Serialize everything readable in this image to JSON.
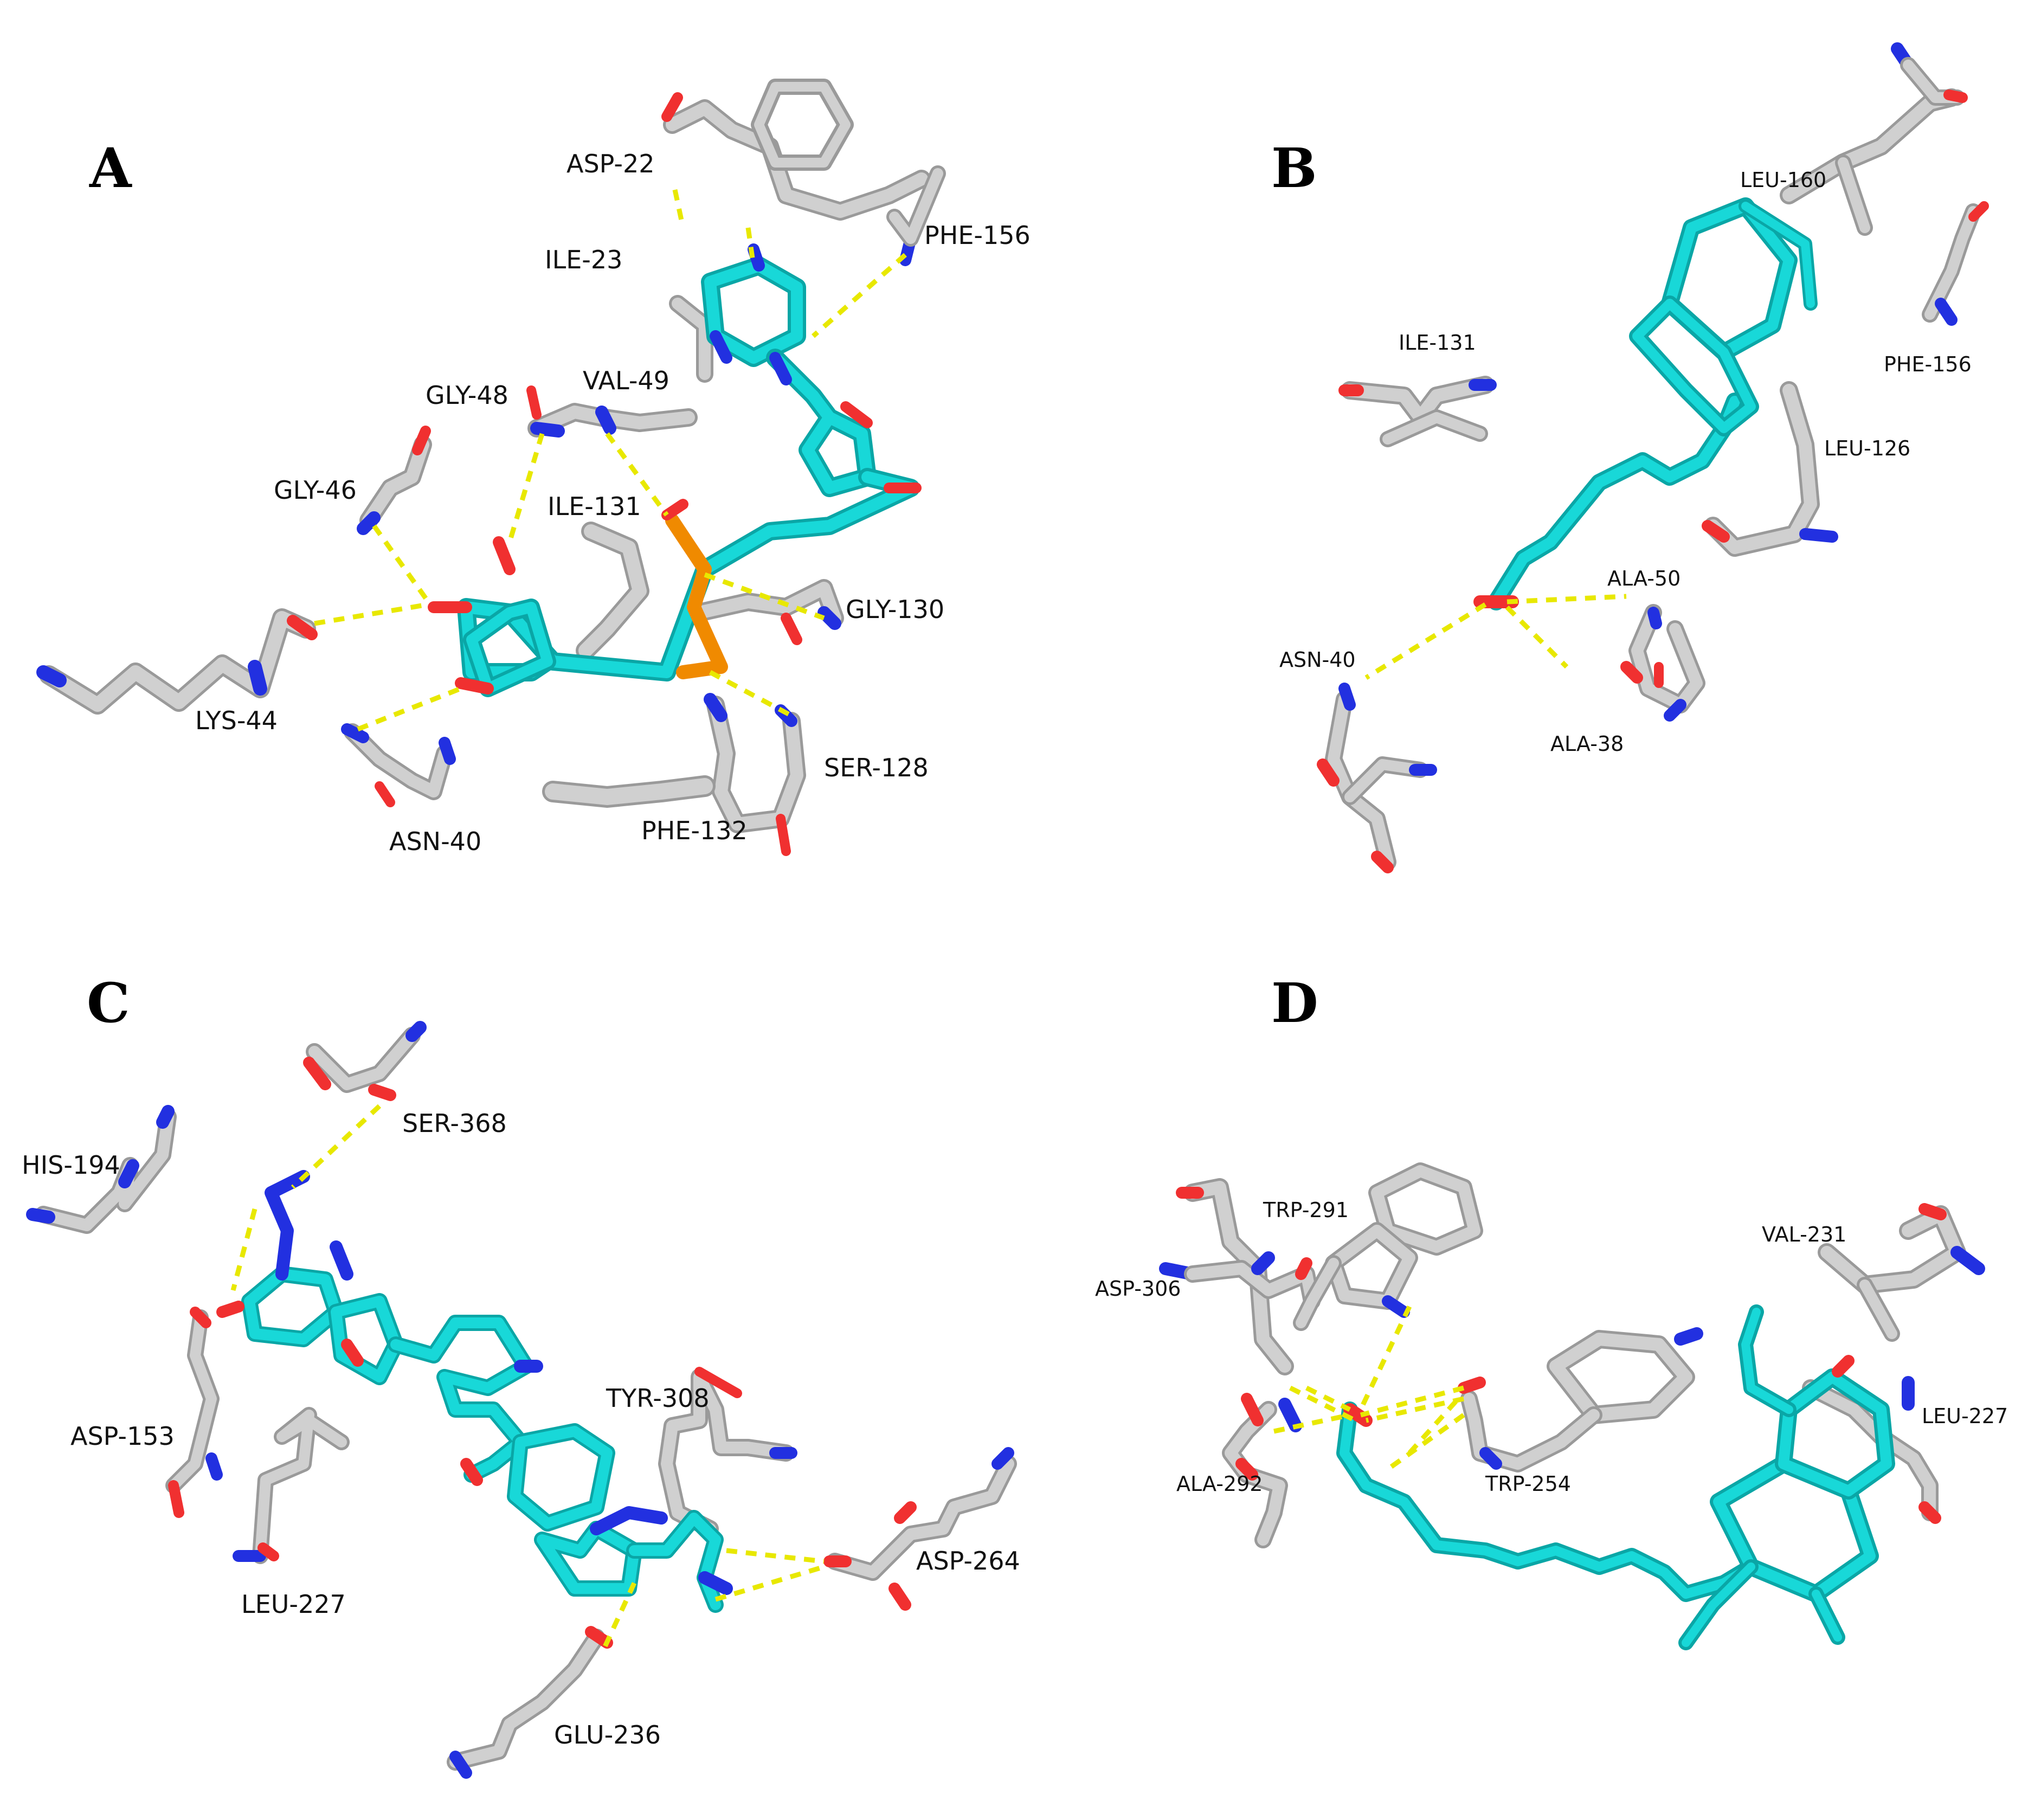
{
  "colors": {
    "background": "#ffffff",
    "protein_carbon": "#c8c8c8",
    "protein_carbon_edge": "#8f8f8f",
    "ligand_carbon": "#18d8d8",
    "ligand_carbon_edge": "#0aa6a6",
    "nitrogen": "#2230e0",
    "oxygen": "#f03030",
    "phosphorus": "#f08a00",
    "hydrogen": "#ffffff",
    "hbond": "#e8e800"
  },
  "panels": [
    {
      "letter": "A",
      "residues": [
        "ASP-22",
        "PHE-156",
        "ILE-23",
        "GLY-48",
        "VAL-49",
        "GLY-46",
        "ILE-131",
        "GLY-130",
        "LYS-44",
        "SER-128",
        "ASN-40",
        "PHE-132"
      ]
    },
    {
      "letter": "B",
      "residues": [
        "LEU-160",
        "ILE-131",
        "PHE-156",
        "LEU-126",
        "ALA-50",
        "ASN-40",
        "ALA-38"
      ]
    },
    {
      "letter": "C",
      "residues": [
        "SER-368",
        "HIS-194",
        "ASP-153",
        "TYR-308",
        "LEU-227",
        "ASP-264",
        "GLU-236"
      ]
    },
    {
      "letter": "D",
      "residues": [
        "TRP-291",
        "VAL-231",
        "ASP-306",
        "LEU-227",
        "ALA-292",
        "TRP-254"
      ]
    }
  ]
}
